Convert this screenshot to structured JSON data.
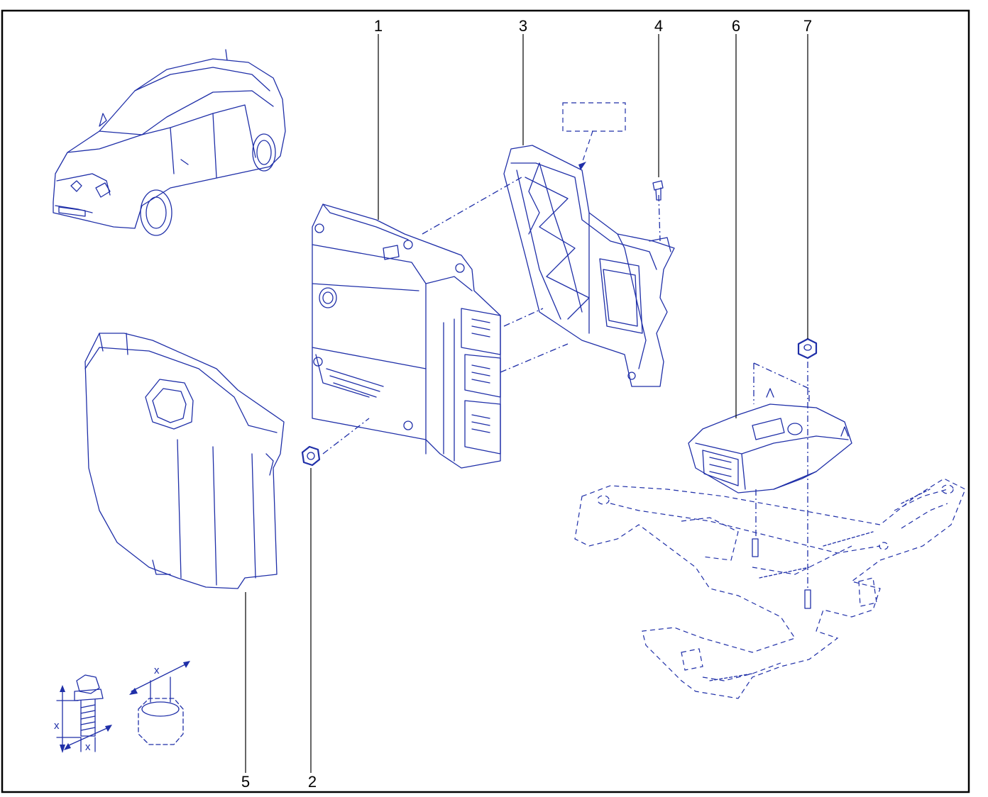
{
  "callouts": [
    {
      "id": "c1",
      "label": "1"
    },
    {
      "id": "c2",
      "label": "2"
    },
    {
      "id": "c3",
      "label": "3"
    },
    {
      "id": "c4",
      "label": "4"
    },
    {
      "id": "c5",
      "label": "5"
    },
    {
      "id": "c6",
      "label": "6"
    },
    {
      "id": "c7",
      "label": "7"
    }
  ],
  "dimension_labels": {
    "bolt_length": "x",
    "bolt_diameter": "x",
    "nut_height": "x"
  },
  "colors": {
    "line_art": "#1f2fa8",
    "callout_text": "#000000",
    "frame": "#000000",
    "background": "#ffffff"
  }
}
